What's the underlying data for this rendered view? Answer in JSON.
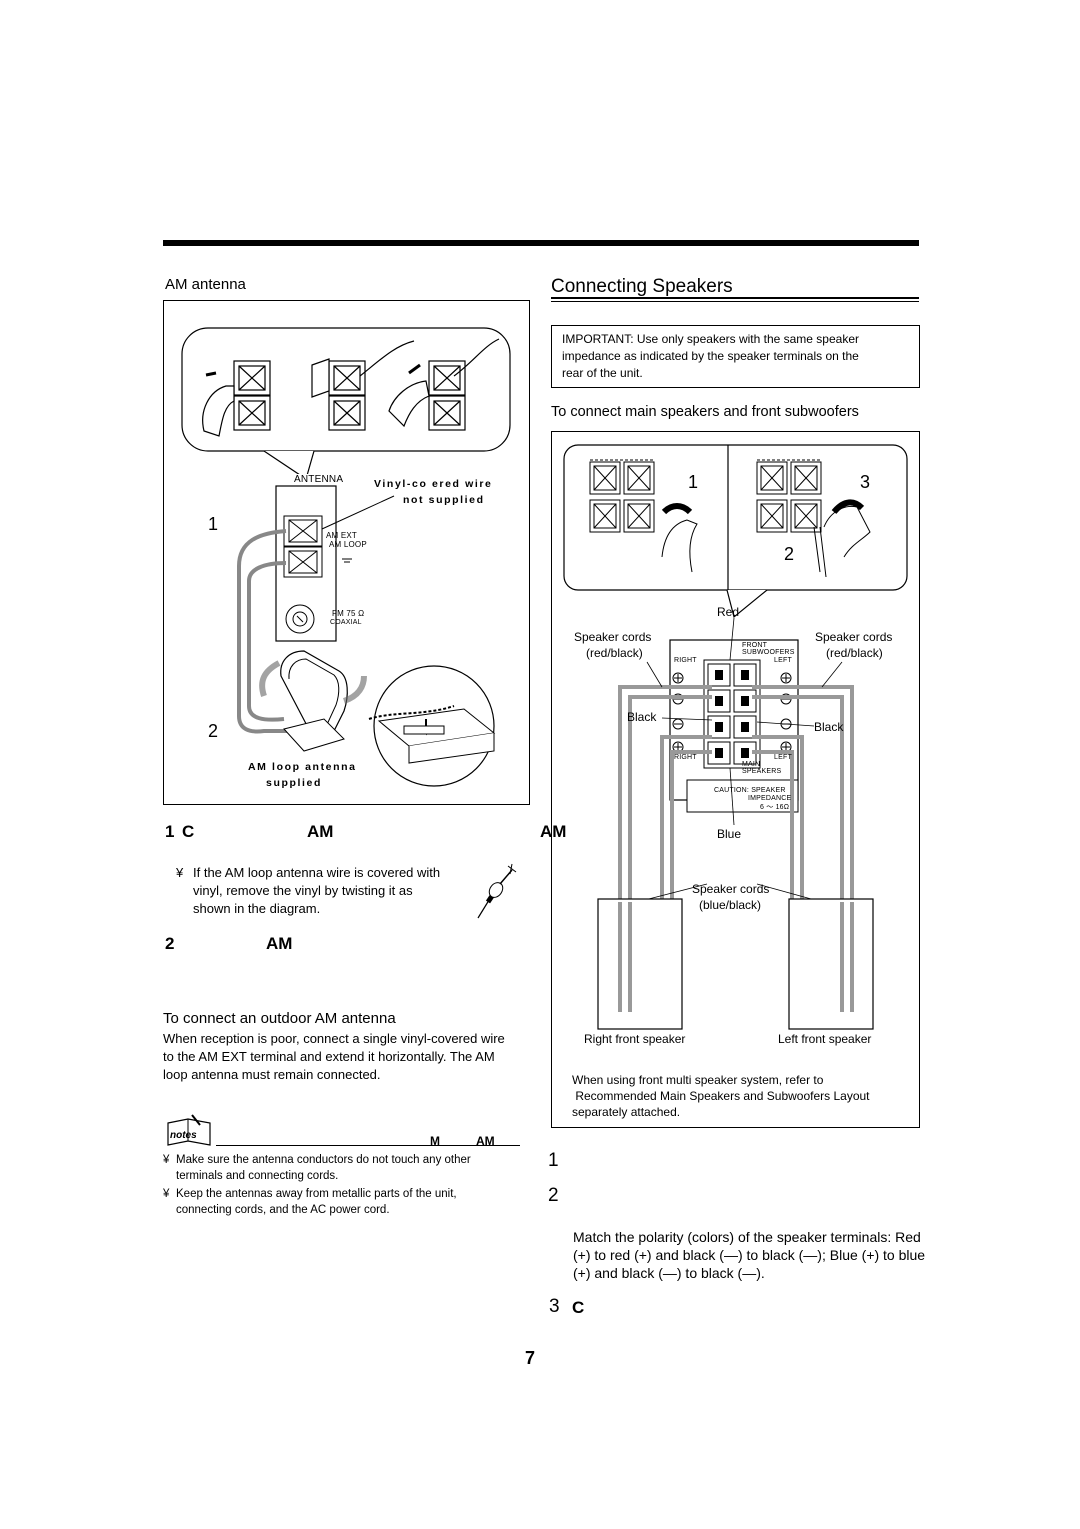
{
  "left": {
    "section_label": "AM antenna",
    "diagram": {
      "antenna_label": "ANTENNA",
      "wire_label_1": "Vinyl-co  ered wire",
      "wire_label_2": "not supplied",
      "am_ext": "AM EXT",
      "am_loop": "AM LOOP",
      "fm": "FM 75 Ω",
      "coaxial": "COAXIAL",
      "loop_label_1": "AM loop antenna",
      "loop_label_2": "supplied",
      "callout_1": "1",
      "callout_2": "2"
    },
    "step1": {
      "num": "1",
      "c": "C",
      "am1": "AM",
      "am2": "AM"
    },
    "bullet_vinyl": [
      "If the AM loop antenna wire is covered with",
      "vinyl, remove the vinyl by twisting it as",
      "shown in the diagram."
    ],
    "step2": {
      "num": "2",
      "am": "AM"
    },
    "outdoor": {
      "heading": "To connect an outdoor AM antenna",
      "lines": [
        "When reception is poor, connect a single vinyl-covered wire",
        "to the AM EXT terminal and extend it horizontally. The AM",
        "loop antenna must remain connected."
      ]
    },
    "notes": {
      "badge": "notes",
      "m": "M",
      "am": "AM",
      "items": [
        [
          "Make sure the antenna conductors do not touch any other",
          "terminals and connecting cords."
        ],
        [
          "Keep the antennas away from metallic parts of the unit,",
          "connecting cords, and the AC power cord."
        ]
      ]
    },
    "bullet_char": "¥"
  },
  "right": {
    "title": "Connecting Speakers",
    "important": [
      "IMPORTANT: Use only speakers with the same speaker",
      "impedance as indicated by the speaker terminals on the",
      "rear of the unit."
    ],
    "subheading": "To connect main speakers and front subwoofers",
    "diagram": {
      "callout_1": "1",
      "callout_2": "2",
      "callout_3": "3",
      "red": "Red",
      "cords_left_1": "Speaker cords",
      "cords_left_2": "(red/black)",
      "cords_right_1": "Speaker cords",
      "cords_right_2": "(red/black)",
      "front": "FRONT",
      "subwoofers": "SUBWOOFERS",
      "right_top": "RIGHT",
      "left_top": "LEFT",
      "black_left": "Black",
      "black_right": "Black",
      "right_bottom": "RIGHT",
      "left_bottom": "LEFT",
      "main": "MAIN",
      "speakers": "SPEAKERS",
      "caution": "CAUTION: SPEAKER",
      "impedance": "IMPEDANCE",
      "ohms": "6 〜 16Ω",
      "blue": "Blue",
      "cords_blue_1": "Speaker cords",
      "cords_blue_2": "(blue/black)",
      "right_speaker": "Right front speaker",
      "left_speaker": "Left front speaker",
      "note": [
        "When using front multi speaker system, refer to",
        " Recommended Main Speakers and Subwoofers Layout",
        "separately attached."
      ]
    },
    "step_1": "1",
    "step_2": "2",
    "polarity": [
      "Match the polarity (colors) of the speaker terminals: Red",
      "(+) to red (+) and black (—) to black (—); Blue (+) to blue",
      "(+) and black (—) to black (—)."
    ],
    "step3": {
      "num": "3",
      "c": "C"
    }
  },
  "page_number": "7"
}
